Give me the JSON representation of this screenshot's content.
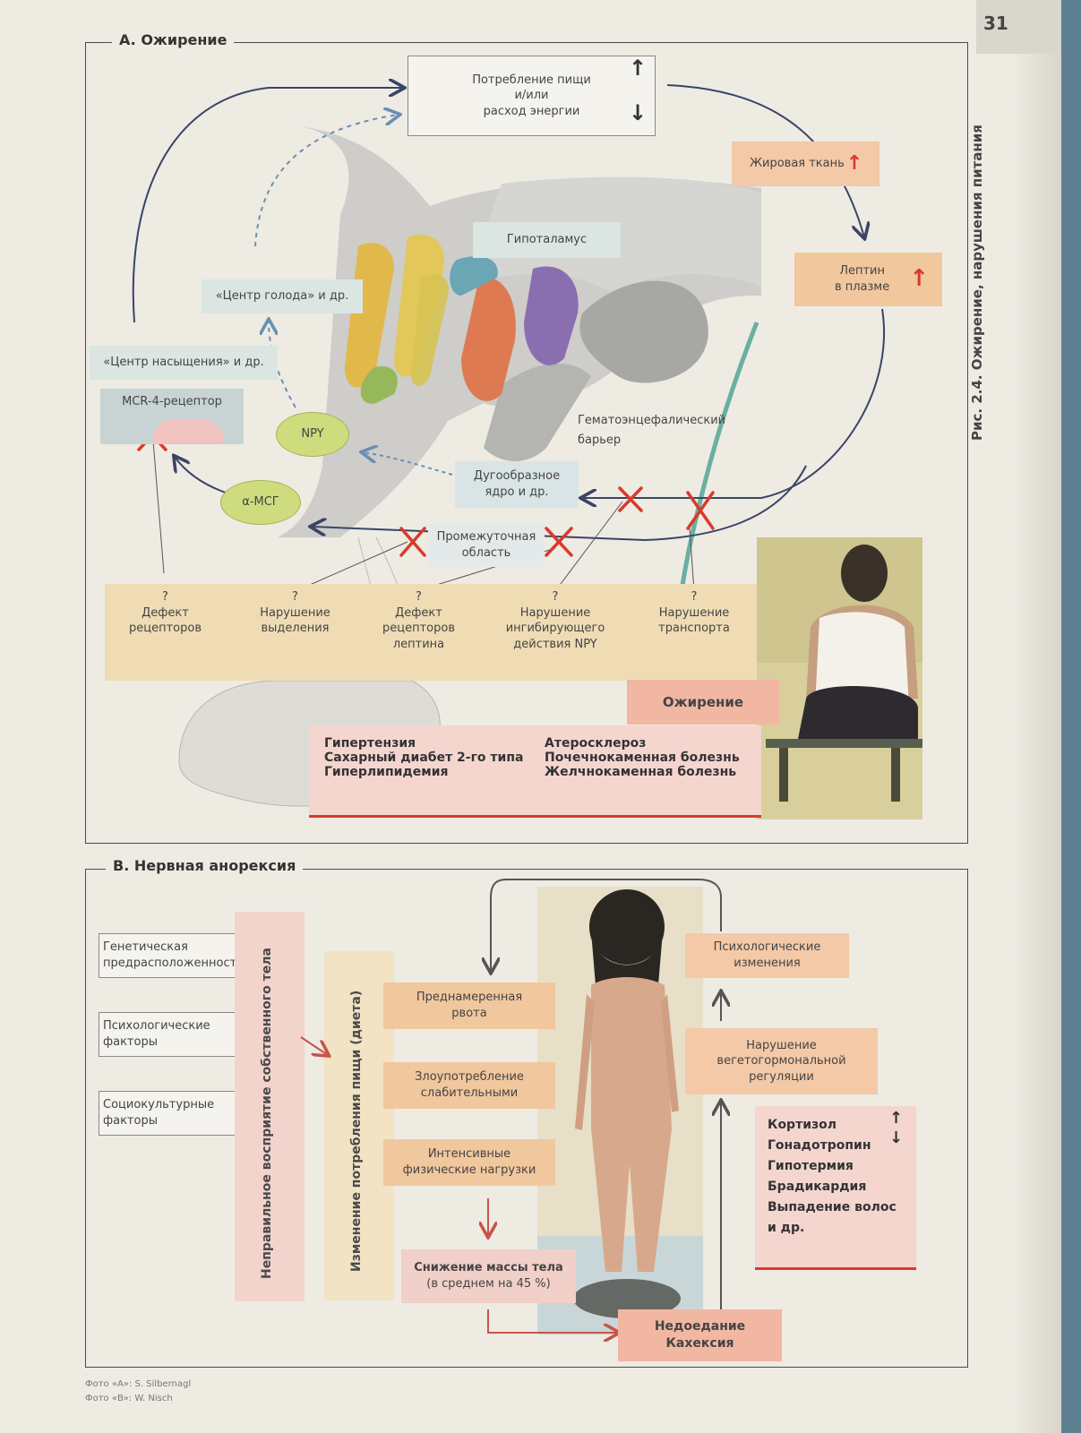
{
  "page": {
    "number": "31",
    "chapter": "Рис. 2.4.  Ожирение, нарушения питания"
  },
  "panel_a": {
    "title": "A. Ожирение",
    "food_intake": [
      "Потребление пищи",
      "и/или",
      "расход энергии"
    ],
    "adipose": "Жировая ткань",
    "leptin": [
      "Лептин",
      "в плазме"
    ],
    "hypothalamus": "Гипоталамус",
    "hunger_center": "«Центр голода» и др.",
    "satiety_center": "«Центр насыщения» и др.",
    "mcr4": "MCR-4-рецептор",
    "npy": "NPY",
    "amsh": "α-МСГ",
    "bbb": [
      "Гематоэнцефалический",
      "барьер"
    ],
    "arcuate": [
      "Дугообразное",
      "ядро и др."
    ],
    "intermediate": [
      "Промежуточная",
      "область"
    ],
    "defects": [
      {
        "q": "?",
        "lines": [
          "Дефект",
          "рецепторов"
        ]
      },
      {
        "q": "?",
        "lines": [
          "Нарушение",
          "выделения"
        ]
      },
      {
        "q": "?",
        "lines": [
          "Дефект",
          "рецепторов",
          "лептина"
        ]
      },
      {
        "q": "?",
        "lines": [
          "Нарушение",
          "ингибирующего",
          "действия NPY"
        ]
      },
      {
        "q": "?",
        "lines": [
          "Нарушение",
          "транспорта"
        ]
      }
    ],
    "obesity": "Ожирение",
    "complications_left": [
      "Гипертензия",
      "Сахарный диабет 2-го типа",
      "Гиперлипидемия"
    ],
    "complications_right": [
      "Атеросклероз",
      "Почечнокаменная болезнь",
      "Желчнокаменная болезнь"
    ]
  },
  "panel_b": {
    "title": "B. Нервная анорексия",
    "causes": [
      [
        "Генетическая",
        "предрасположенность"
      ],
      [
        "Психологические",
        "факторы"
      ],
      [
        "Социокультурные",
        "факторы"
      ]
    ],
    "body_image": "Неправильное восприятие собственного тела",
    "diet": "Изменение потребления пищи (диета)",
    "behaviors": [
      [
        "Преднамеренная",
        "рвота"
      ],
      [
        "Злоупотребление",
        "слабительными"
      ],
      [
        "Интенсивные",
        "физические нагрузки"
      ]
    ],
    "weight_loss": "Снижение массы тела",
    "weight_loss_note": "(в среднем на 45 %)",
    "cachexia": [
      "Недоедание",
      "Кахексия"
    ],
    "psych_changes": [
      "Психологические",
      "изменения"
    ],
    "regulation": [
      "Нарушение",
      "вегетогормональной",
      "регуляции"
    ],
    "symptoms": [
      "Кортизол",
      "Гонадотропин",
      "Гипотермия",
      "Брадикардия",
      "Выпадение волос",
      "и др."
    ]
  },
  "credits": [
    "Фото «A»: S. Silbernagl",
    "Фото «B»: W. Nisch"
  ],
  "colors": {
    "accent_red": "#d83a2c",
    "arrow_blue": "#3a4466",
    "orange": "#f1c79d",
    "pink": "#f0d0c8"
  }
}
